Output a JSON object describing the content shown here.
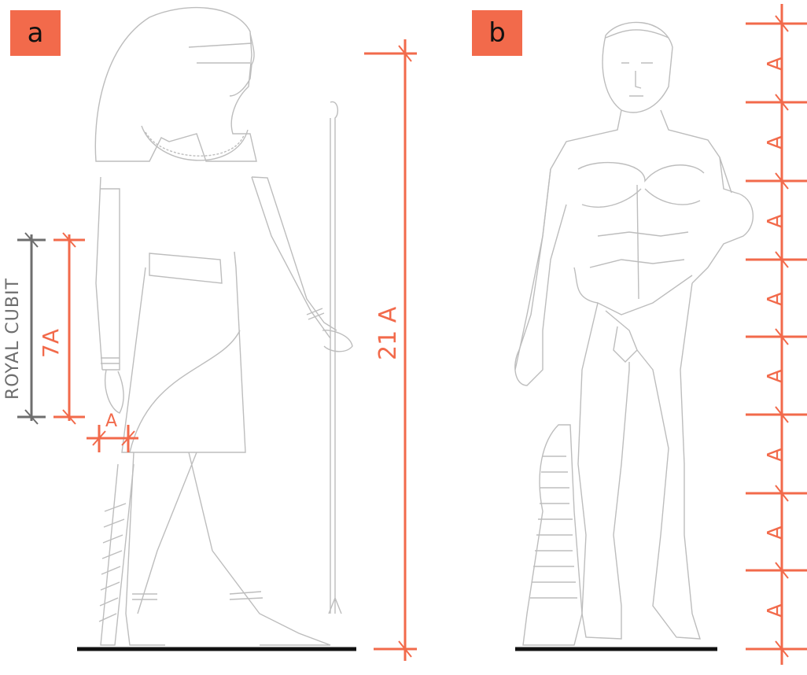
{
  "colors": {
    "accent": "#F26A4B",
    "measure_gray": "#6E6E6E",
    "line_art": "#BDBDBD",
    "ground": "#111111"
  },
  "panel_a": {
    "badge": "a",
    "cubit_label": "ROYAL CUBIT",
    "seven_a": "7A",
    "unit_a": "A",
    "total": "21 A"
  },
  "panel_b": {
    "badge": "b",
    "unit_labels": [
      "A",
      "A",
      "A",
      "A",
      "A",
      "A",
      "A",
      "A"
    ]
  },
  "icons": {
    "figure_a": "egyptian-pharaoh-figure",
    "figure_b": "greek-kouros-statue"
  }
}
